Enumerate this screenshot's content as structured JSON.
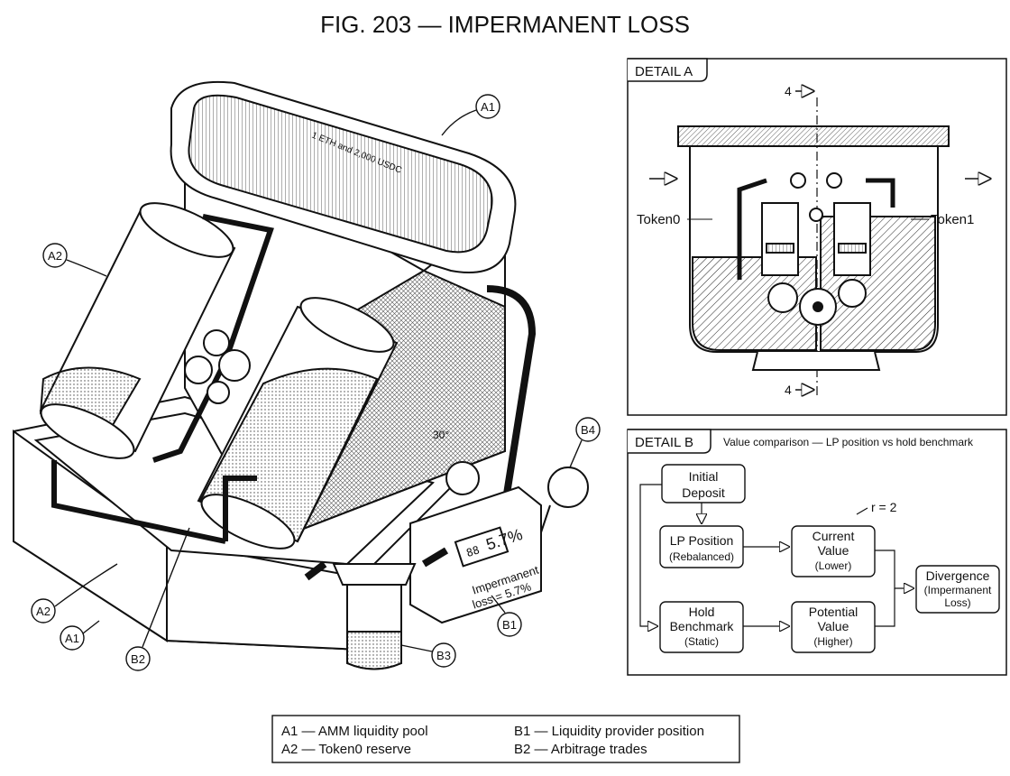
{
  "figure": {
    "title": "FIG. 203 — IMPERMANENT LOSS"
  },
  "tank": {
    "plate_text": "1 ETH and 2,000 USDC",
    "angle_label": "30°"
  },
  "meter": {
    "display": "5.7%",
    "digits": "88",
    "label_line1": "Impermanent",
    "label_line2": "loss = 5.7%"
  },
  "callouts": {
    "a1": "A1",
    "a1b": "A1",
    "a2": "A2",
    "a2b": "A2",
    "b1": "B1",
    "b2": "B2",
    "b3": "B3",
    "b4": "B4"
  },
  "detail_a": {
    "title": "DETAIL A",
    "section_top": "4",
    "section_bottom": "4",
    "token0": "Token0",
    "token1": "Token1"
  },
  "detail_b": {
    "title": "DETAIL B",
    "subtitle": "Value comparison — LP position vs hold benchmark",
    "ratio": "r = 2",
    "nodes": {
      "initial": {
        "l1": "Initial",
        "l2": "Deposit"
      },
      "lp": {
        "l1": "LP Position",
        "l2": "(Rebalanced)"
      },
      "current": {
        "l1": "Current",
        "l2": "Value",
        "l3": "(Lower)"
      },
      "hold": {
        "l1": "Hold",
        "l2": "Benchmark",
        "l3": "(Static)"
      },
      "potential": {
        "l1": "Potential",
        "l2": "Value",
        "l3": "(Higher)"
      },
      "divergence": {
        "l1": "Divergence",
        "l2": "(Impermanent",
        "l3": "Loss)"
      }
    }
  },
  "legend": {
    "a1": "A1 — AMM liquidity pool",
    "a2": "A2 — Token0 reserve",
    "b1": "B1 — Liquidity provider position",
    "b2": "B2 — Arbitrage trades"
  }
}
